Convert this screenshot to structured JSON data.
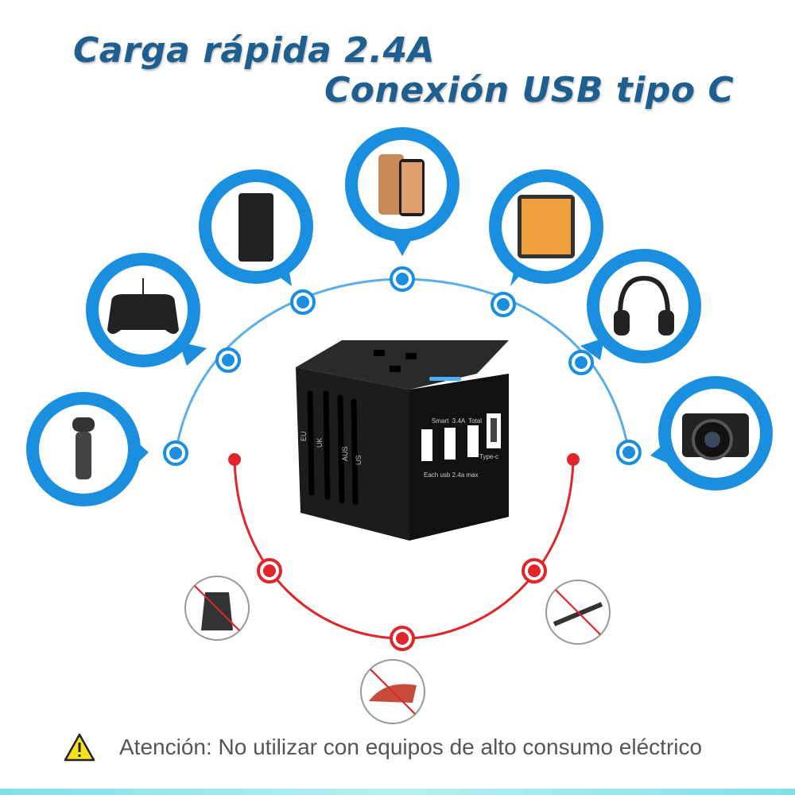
{
  "headline": {
    "line1": "Carga rápida 2.4A",
    "line2": "Conexión USB tipo C"
  },
  "adapter": {
    "plug_labels": [
      "EU",
      "UK",
      "AUS",
      "US"
    ],
    "port_top_label": "Smart  3.4A  Total",
    "port_bottom_label": "Each usb 2.4a max",
    "typec_label": "Type-c"
  },
  "compatible_devices": [
    "shaver-icon",
    "gamepad-icon",
    "power-bank-icon",
    "smartphones-icon",
    "tablet-icon",
    "headphones-icon",
    "camera-icon"
  ],
  "prohibited_devices": [
    "kettle-icon",
    "iron-icon",
    "curling-iron-icon"
  ],
  "warning": {
    "icon": "warning-triangle-icon",
    "text": "Atención: No utilizar con equipos de alto consumo eléctrico"
  },
  "colors": {
    "title": "#1f5f8f",
    "accent_blue": "#1a8fe0",
    "prohibited_red": "#e0262a"
  }
}
